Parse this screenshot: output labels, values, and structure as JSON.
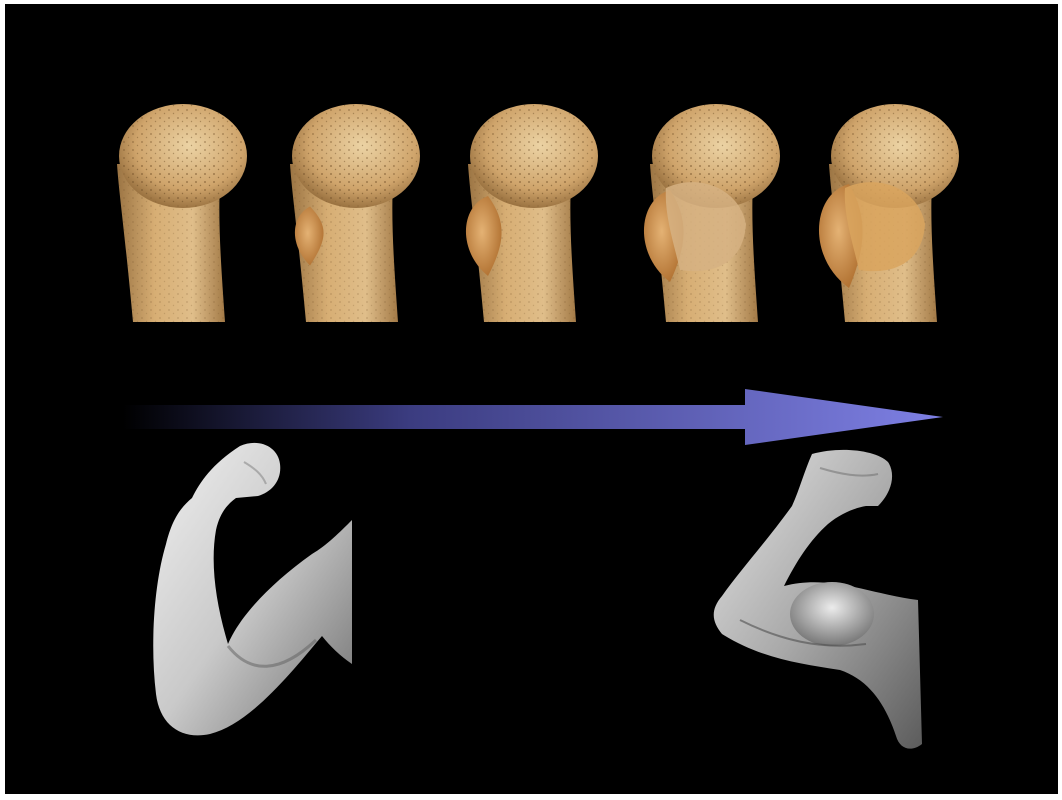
{
  "scene": {
    "background_color": "#000000",
    "bone_color": "#cfa26a",
    "bone_highlight": "#e2c495",
    "bone_shadow": "#8f6a3c",
    "growth_color": "#c98a45",
    "arrow_color": "#7c7ee0",
    "arm_color": "#d8d8d8",
    "arm_shadow": "#7a7a7a"
  },
  "bones": [
    {
      "stage": 1,
      "growth": 0.0
    },
    {
      "stage": 2,
      "growth": 0.25
    },
    {
      "stage": 3,
      "growth": 0.6
    },
    {
      "stage": 4,
      "growth": 0.8
    },
    {
      "stage": 5,
      "growth": 1.0
    }
  ],
  "arrow": {
    "direction": "right",
    "fade": "left-to-right"
  },
  "arms": [
    {
      "muscle": "lean"
    },
    {
      "muscle": "muscular"
    }
  ]
}
